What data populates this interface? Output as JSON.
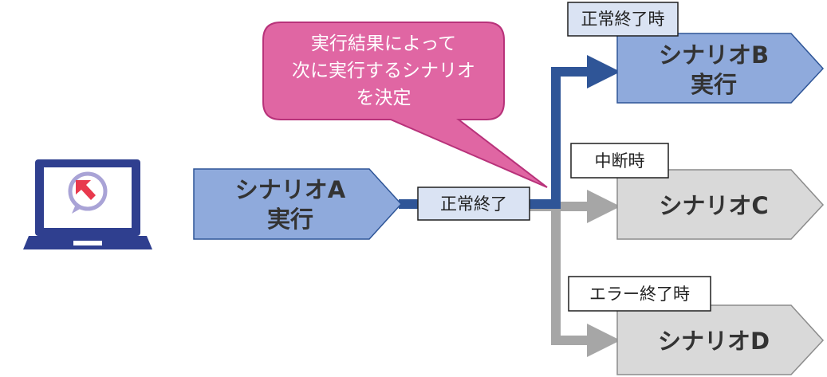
{
  "callout": {
    "lines": [
      "実行結果によって",
      "次に実行するシナリオ",
      "を決定"
    ]
  },
  "scenario_a": {
    "line1": "シナリオA",
    "line2": "実行"
  },
  "scenario_b": {
    "line1": "シナリオB",
    "line2": "実行"
  },
  "scenario_c": {
    "line1": "シナリオC"
  },
  "scenario_d": {
    "line1": "シナリオD"
  },
  "labels": {
    "normal_end": "正常終了",
    "normal_end_time": "正常終了時",
    "interrupt_time": "中断時",
    "error_end_time": "エラー終了時"
  },
  "icons": {
    "computer": "laptop-with-scenario-icon"
  },
  "colors": {
    "active_fill": "#8faadc",
    "active_stroke": "#2e5597",
    "inactive_fill": "#d9d9d9",
    "inactive_stroke": "#8c8c8c",
    "active_arrow": "#2f5597",
    "inactive_arrow": "#a6a6a6",
    "label_fill": "#dae3f3",
    "callout_fill": "#e066a3",
    "callout_stroke": "#b8327a",
    "laptop": "#2f3f8f",
    "logo_red": "#e8394d",
    "logo_ring": "#a9a3d6"
  }
}
